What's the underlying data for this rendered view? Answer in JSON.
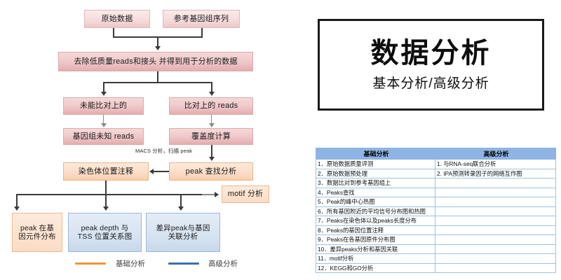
{
  "flowchart": {
    "nodes": [
      {
        "id": "raw_data",
        "label": "原始数据"
      },
      {
        "id": "ref_genome",
        "label": "参考基因组序列"
      },
      {
        "id": "qc_filter",
        "label": "去除低质量reads和接头  并得到用于分析的数据"
      },
      {
        "id": "unmapped",
        "label": "未能比对上的"
      },
      {
        "id": "mapped_reads",
        "label": "比对上的 reads"
      },
      {
        "id": "unknown_reads",
        "label": "基因组未知 reads"
      },
      {
        "id": "coverage_calc",
        "label": "覆盖度计算"
      },
      {
        "id": "chrom_annot",
        "label": "染色体位置注释"
      },
      {
        "id": "peak_calling",
        "label": "peak  查找分析"
      },
      {
        "id": "motif_analysis",
        "label": "motif 分析"
      },
      {
        "id": "peak_elements",
        "label": "peak 在基\n因元件分布"
      },
      {
        "id": "peak_depth_tss",
        "label": "peak depth 与\nTSS 位置关系图"
      },
      {
        "id": "diff_peak_gene",
        "label": "差异peak与基因\n关联分析"
      }
    ],
    "edge_label_macs": "MACS 分析，扫描 peak",
    "legend": [
      {
        "label": "基础分析",
        "color": "#f0933a"
      },
      {
        "label": "高级分析",
        "color": "#3a6fb0"
      }
    ]
  },
  "title_panel": {
    "main": "数据分析",
    "sub": "基本分析/高级分析"
  },
  "table": {
    "headers": [
      "基础分析",
      "高级分析"
    ],
    "basic_items": [
      "1．原始数据质量评测",
      "2．原始数据预处理",
      "3．数据比对到参考基因组上",
      "4．Peaks查找",
      "5．Peak的峰中心热图",
      "6．所有基因附近的平均信号分布图和热图",
      "7．Peaks在染色体以及peaks长度分布",
      "8．Peaks的基因位置注释",
      "9．Peaks在各基因原件分布图",
      "10．差异peaks分析和基因关联",
      "11．motif分析",
      "12．KEGG和GO分析"
    ],
    "advanced_items": [
      "1. 与RNA-seq联合分析",
      "2. IPA预测转录因子的网络互作图"
    ],
    "header_color": "#8eb4e3",
    "border_color": "#9fc3df"
  }
}
